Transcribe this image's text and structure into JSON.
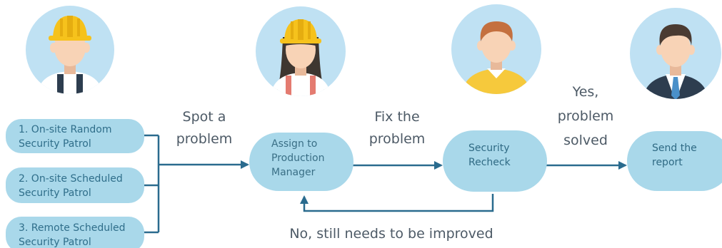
{
  "sources": [
    {
      "line1": "1. On-site Random",
      "line2": "Security Patrol"
    },
    {
      "line1": "2. On-site Scheduled",
      "line2": "Security Patrol"
    },
    {
      "line1": "3. Remote Scheduled",
      "line2": "Security Patrol"
    }
  ],
  "steps": {
    "assign": {
      "line1": "Assign to",
      "line2": "Production",
      "line3": "Manager"
    },
    "recheck": {
      "line1": "Security",
      "line2": "Recheck"
    },
    "report": {
      "line1": "Send the",
      "line2": "report"
    }
  },
  "edges": {
    "spot": {
      "line1": "Spot a",
      "line2": "problem"
    },
    "fix": {
      "line1": "Fix the",
      "line2": "problem"
    },
    "yes": {
      "line1": "Yes,",
      "line2": "problem",
      "line3": "solved"
    },
    "no": {
      "line1": "No, still needs to be improved"
    }
  },
  "avatars": [
    {
      "icon": "worker-hardhat-man-icon"
    },
    {
      "icon": "worker-hardhat-woman-icon"
    },
    {
      "icon": "man-yellow-sweater-icon"
    },
    {
      "icon": "businessman-suit-icon"
    }
  ],
  "colors": {
    "node_fill": "#a9d8ea",
    "arrow": "#2a6b8e",
    "avatar_bg": "#bfe1f3",
    "hardhat": "#f6c21c",
    "skin": "#f8d3b6"
  }
}
